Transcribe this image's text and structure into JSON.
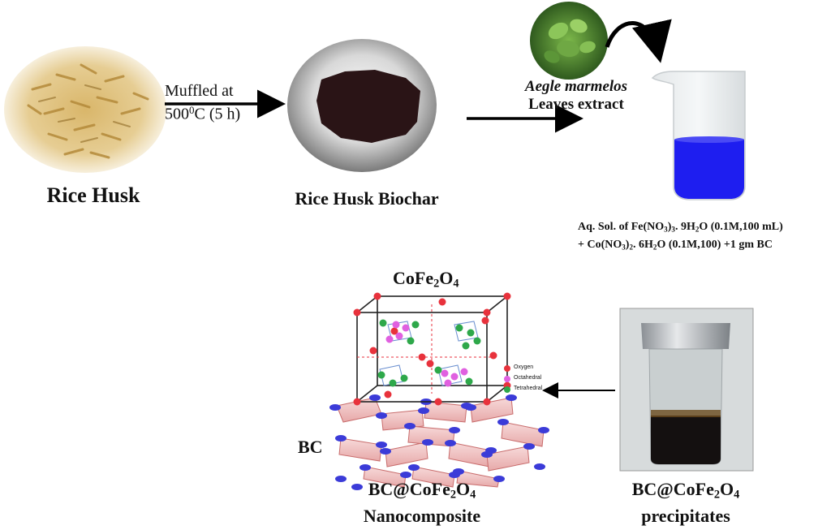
{
  "steps": {
    "rice_husk": {
      "label": "Rice Husk"
    },
    "muffle": {
      "line1": "Muffled at",
      "temp": "500",
      "temp_sup": "0",
      "temp_rest": "C (5 h)"
    },
    "biochar": {
      "label": "Rice Husk Biochar"
    },
    "extract": {
      "species": "Aegle marmelos",
      "line2": "Leaves extract"
    },
    "solution": {
      "line1": [
        "Aq. Sol. of  Fe(NO",
        "3",
        ")",
        "3",
        ". 9H",
        "2",
        "O (0.1M,100 mL)"
      ],
      "line2": [
        "+ Co(NO",
        "3",
        ")",
        "2",
        ". 6H",
        "2",
        "O (0.1M,100) +1 gm BC"
      ]
    },
    "precipitates": {
      "line1": [
        "BC@CoFe",
        "2",
        "O",
        "4"
      ],
      "line2": "precipitates"
    },
    "nanocomposite": {
      "line1": [
        "BC@CoFe",
        "2",
        "O",
        "4"
      ],
      "line2": "Nanocomposite"
    }
  },
  "crystal": {
    "title": [
      "CoFe",
      "2",
      "O",
      "4"
    ],
    "support_label": "BC",
    "legend": [
      "Oxygen",
      "Octahedral",
      "Tetrahedral"
    ]
  },
  "colors": {
    "solution": "#1e1ef0",
    "biochar": "#2a1416",
    "oxygen": "#e8323c",
    "octahedral": "#e060e0",
    "tetrahedral": "#2ea84a"
  }
}
